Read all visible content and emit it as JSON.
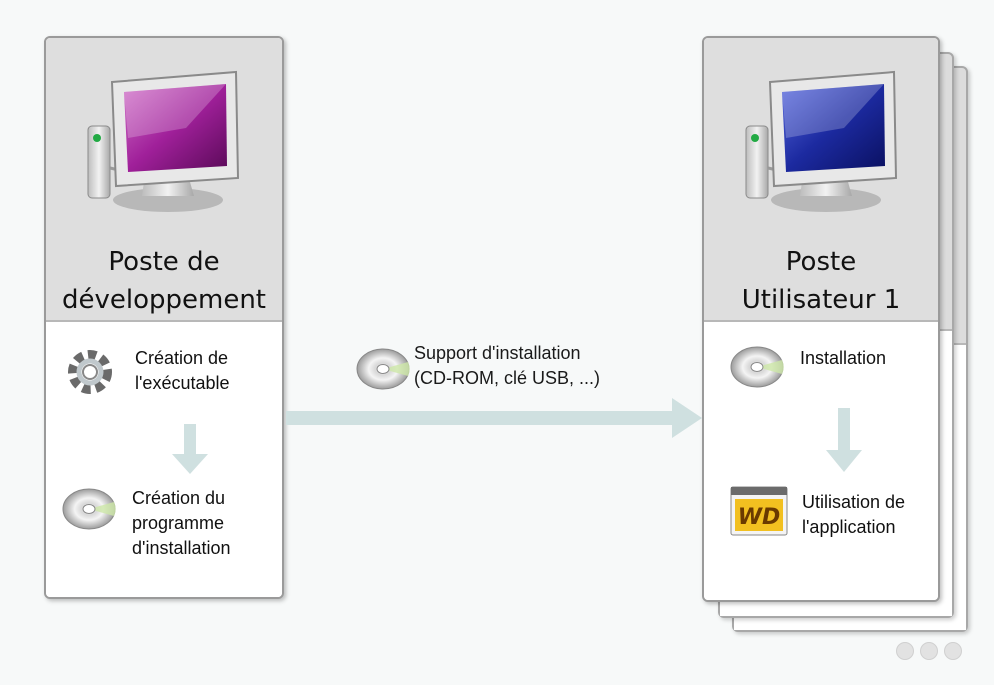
{
  "left_station": {
    "title_line1": "Poste de",
    "title_line2": "développement",
    "step1": {
      "icon": "gear-icon",
      "line1": "Création de",
      "line2": "l'exécutable"
    },
    "step2": {
      "icon": "cd-icon",
      "line1": "Création du",
      "line2": "programme",
      "line3": "d'installation"
    },
    "monitor_icon": "computer-purple-screen-icon"
  },
  "transfer": {
    "icon": "cd-icon",
    "line1": "Support d'installation",
    "line2": "(CD-ROM, clé USB, ...)"
  },
  "right_station": {
    "title_line1": "Poste",
    "title_line2": "Utilisateur 1",
    "step1": {
      "icon": "cd-icon",
      "line1": "Installation"
    },
    "step2": {
      "icon": "wd-app-icon",
      "line1": "Utilisation de",
      "line2": "l'application",
      "logo_text": "WD"
    },
    "monitor_icon": "computer-blue-screen-icon"
  },
  "colors": {
    "card_top": "#dedede",
    "arrow": "#cfe0e0",
    "purple_screen": "#b02fa8",
    "blue_screen": "#2233aa"
  }
}
